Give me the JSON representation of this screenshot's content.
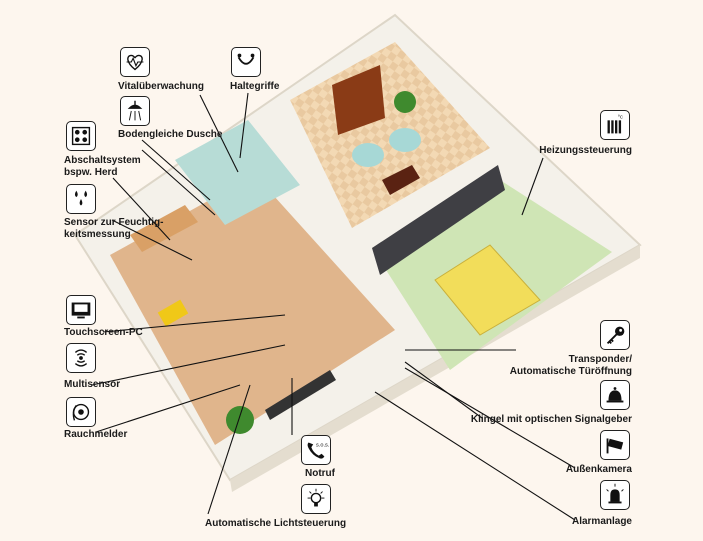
{
  "labels": {
    "vital": "Vitalüberwachung",
    "haltegriffe": "Haltegriffe",
    "dusche": "Bodengleiche Dusche",
    "abschalt": "Abschaltsystem\nbspw. Herd",
    "feuchte": "Sensor zur Feuchtig-\nkeitsmessung",
    "touch": "Touchscreen-PC",
    "multi": "Multisensor",
    "rauch": "Rauchmelder",
    "notruf": "Notruf",
    "licht": "Automatische Lichtsteuerung",
    "heizung": "Heizungssteuerung",
    "transponder": "Transponder/\nAutomatische Türöffnung",
    "klingel": "Klingel mit optischen Signalgeber",
    "kamera": "Außenkamera",
    "alarm": "Alarmanlage"
  },
  "icon_text": {
    "notruf": "s.o.s.",
    "heizung": "°c"
  },
  "icons": {
    "vital": "heart-monitor-icon",
    "haltegriffe": "grab-bar-icon",
    "dusche": "shower-icon",
    "abschalt": "stove-icon",
    "feuchte": "water-drops-icon",
    "touch": "touchscreen-icon",
    "multi": "sensor-waves-icon",
    "rauch": "smoke-detector-icon",
    "notruf": "phone-sos-icon",
    "licht": "light-bulb-icon",
    "heizung": "radiator-icon",
    "transponder": "key-icon",
    "klingel": "bell-icon",
    "kamera": "camera-icon",
    "alarm": "alarm-light-icon"
  },
  "colors": {
    "background": "#fdf6ee",
    "floor_wood": "#e0b58c",
    "bathroom": "#b7dcd6",
    "bedroom": "#cfe5b5",
    "walls": "#f4f1ea",
    "bed": "#f2dd5a"
  }
}
